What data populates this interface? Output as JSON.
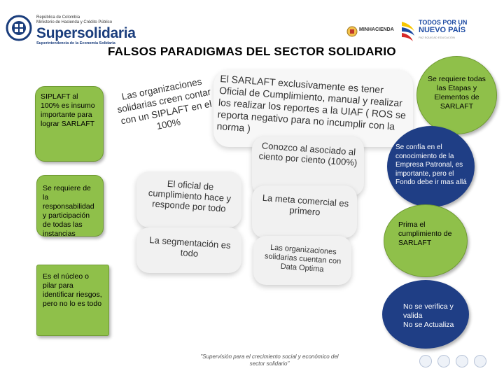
{
  "header": {
    "logo_left": {
      "small_line_1": "República de Colombia",
      "small_line_2": "Ministerio de Hacienda y Crédito Público",
      "name": "Supersolidaria",
      "subtitle": "Superintendencia de la Economía Solidaria"
    },
    "logo_right": {
      "minhacienda": "MINHACIENDA",
      "todos_line1": "TODOS POR UN",
      "todos_line2": "NUEVO PAÍS",
      "todos_line3": "PAZ  EQUIDAD  EDUCACIÓN"
    }
  },
  "title": "FALSOS PARADIGMAS DEL SECTOR SOLIDARIO",
  "left_boxes": [
    "SIPLAFT al 100% es insumo importante para lograr SARLAFT",
    "Se requiere de la responsabilidad y participación de todas las instancias",
    "Es el núcleo o pilar para identificar riesgos, pero no lo es todo"
  ],
  "center": {
    "cloud_left": "Las organizaciones solidarias creen contar con un SIPLAFT en el 100%",
    "cloud_top": "El SARLAFT exclusivamente es tener Oficial de Cumplimiento, manual y realizar los realizar los reportes a la UIAF ( ROS se reporta negativo para no incumplir con la norma )",
    "box_1": "Conozco al asociado al ciento por ciento (100%)",
    "box_2": "El oficial de cumplimiento hace y responde por todo",
    "box_3": "La meta comercial es primero",
    "box_4": "La segmentación es todo",
    "box_5": "Las organizaciones solidarias cuentan con Data Optima"
  },
  "right": {
    "circle_1": "Se requiere todas las Etapas y Elementos de SARLAFT",
    "circle_2": "Se confía en el conocimiento de la Empresa Patronal, es importante, pero el Fondo debe ir mas allá",
    "circle_3": "Prima el cumplimiento de SARLAFT",
    "circle_4_line1": "No se verifica y valida",
    "circle_4_line2": "No se Actualiza"
  },
  "footer": {
    "slogan": "\"Supervisión para el crecimiento social y económico del sector solidario\""
  },
  "colors": {
    "green": "#8fc04a",
    "navy": "#1f3e85",
    "brand_blue": "#1a3d7c"
  }
}
